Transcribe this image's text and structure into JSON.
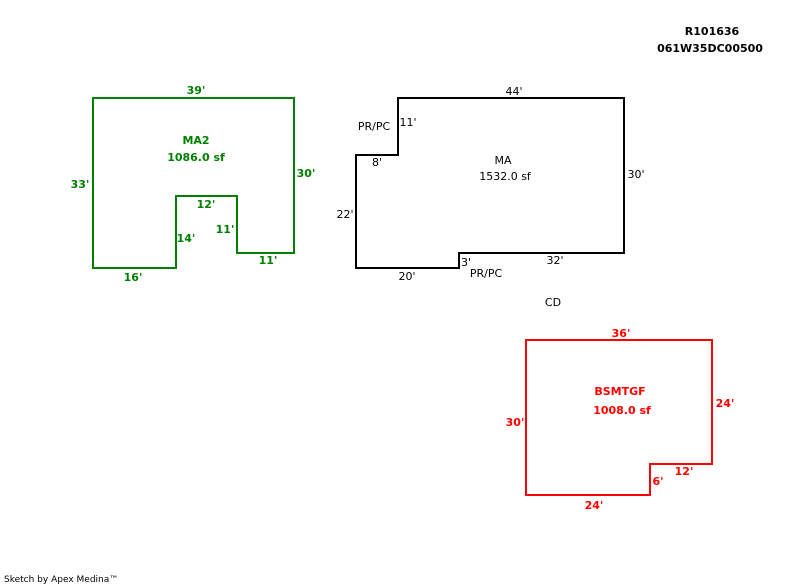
{
  "header": {
    "parcel_id": "R101636",
    "map_number": "061W35DC00500"
  },
  "colors": {
    "ma2": "#008000",
    "ma": "#000000",
    "bsmtgf": "#ff0000"
  },
  "areas": {
    "ma2": {
      "name": "MA2",
      "area": "1086.0 sf",
      "dims": {
        "top": "39'",
        "left": "33'",
        "right": "30'",
        "bottom_left": "16'",
        "notch_up": "14'",
        "notch_top": "12'",
        "notch_down": "11'",
        "bottom_right": "11'"
      }
    },
    "ma": {
      "name": "MA",
      "area": "1532.0 sf",
      "dims": {
        "top": "44'",
        "right": "30'",
        "bottom_right": "32'",
        "step_small": "3'",
        "bottom_left": "20'",
        "left": "22'",
        "step_left": "8'",
        "step_up": "11'"
      },
      "labels": {
        "top_left": "PR/PC",
        "bottom": "PR/PC",
        "below": "CD"
      }
    },
    "bsmtgf": {
      "name": "BSMTGF",
      "area": "1008.0 sf",
      "dims": {
        "top": "36'",
        "right": "24'",
        "step_top": "12'",
        "step_side": "6'",
        "bottom": "24'",
        "left": "30'"
      }
    }
  },
  "footer": {
    "text": "Sketch by Apex Medina™"
  }
}
